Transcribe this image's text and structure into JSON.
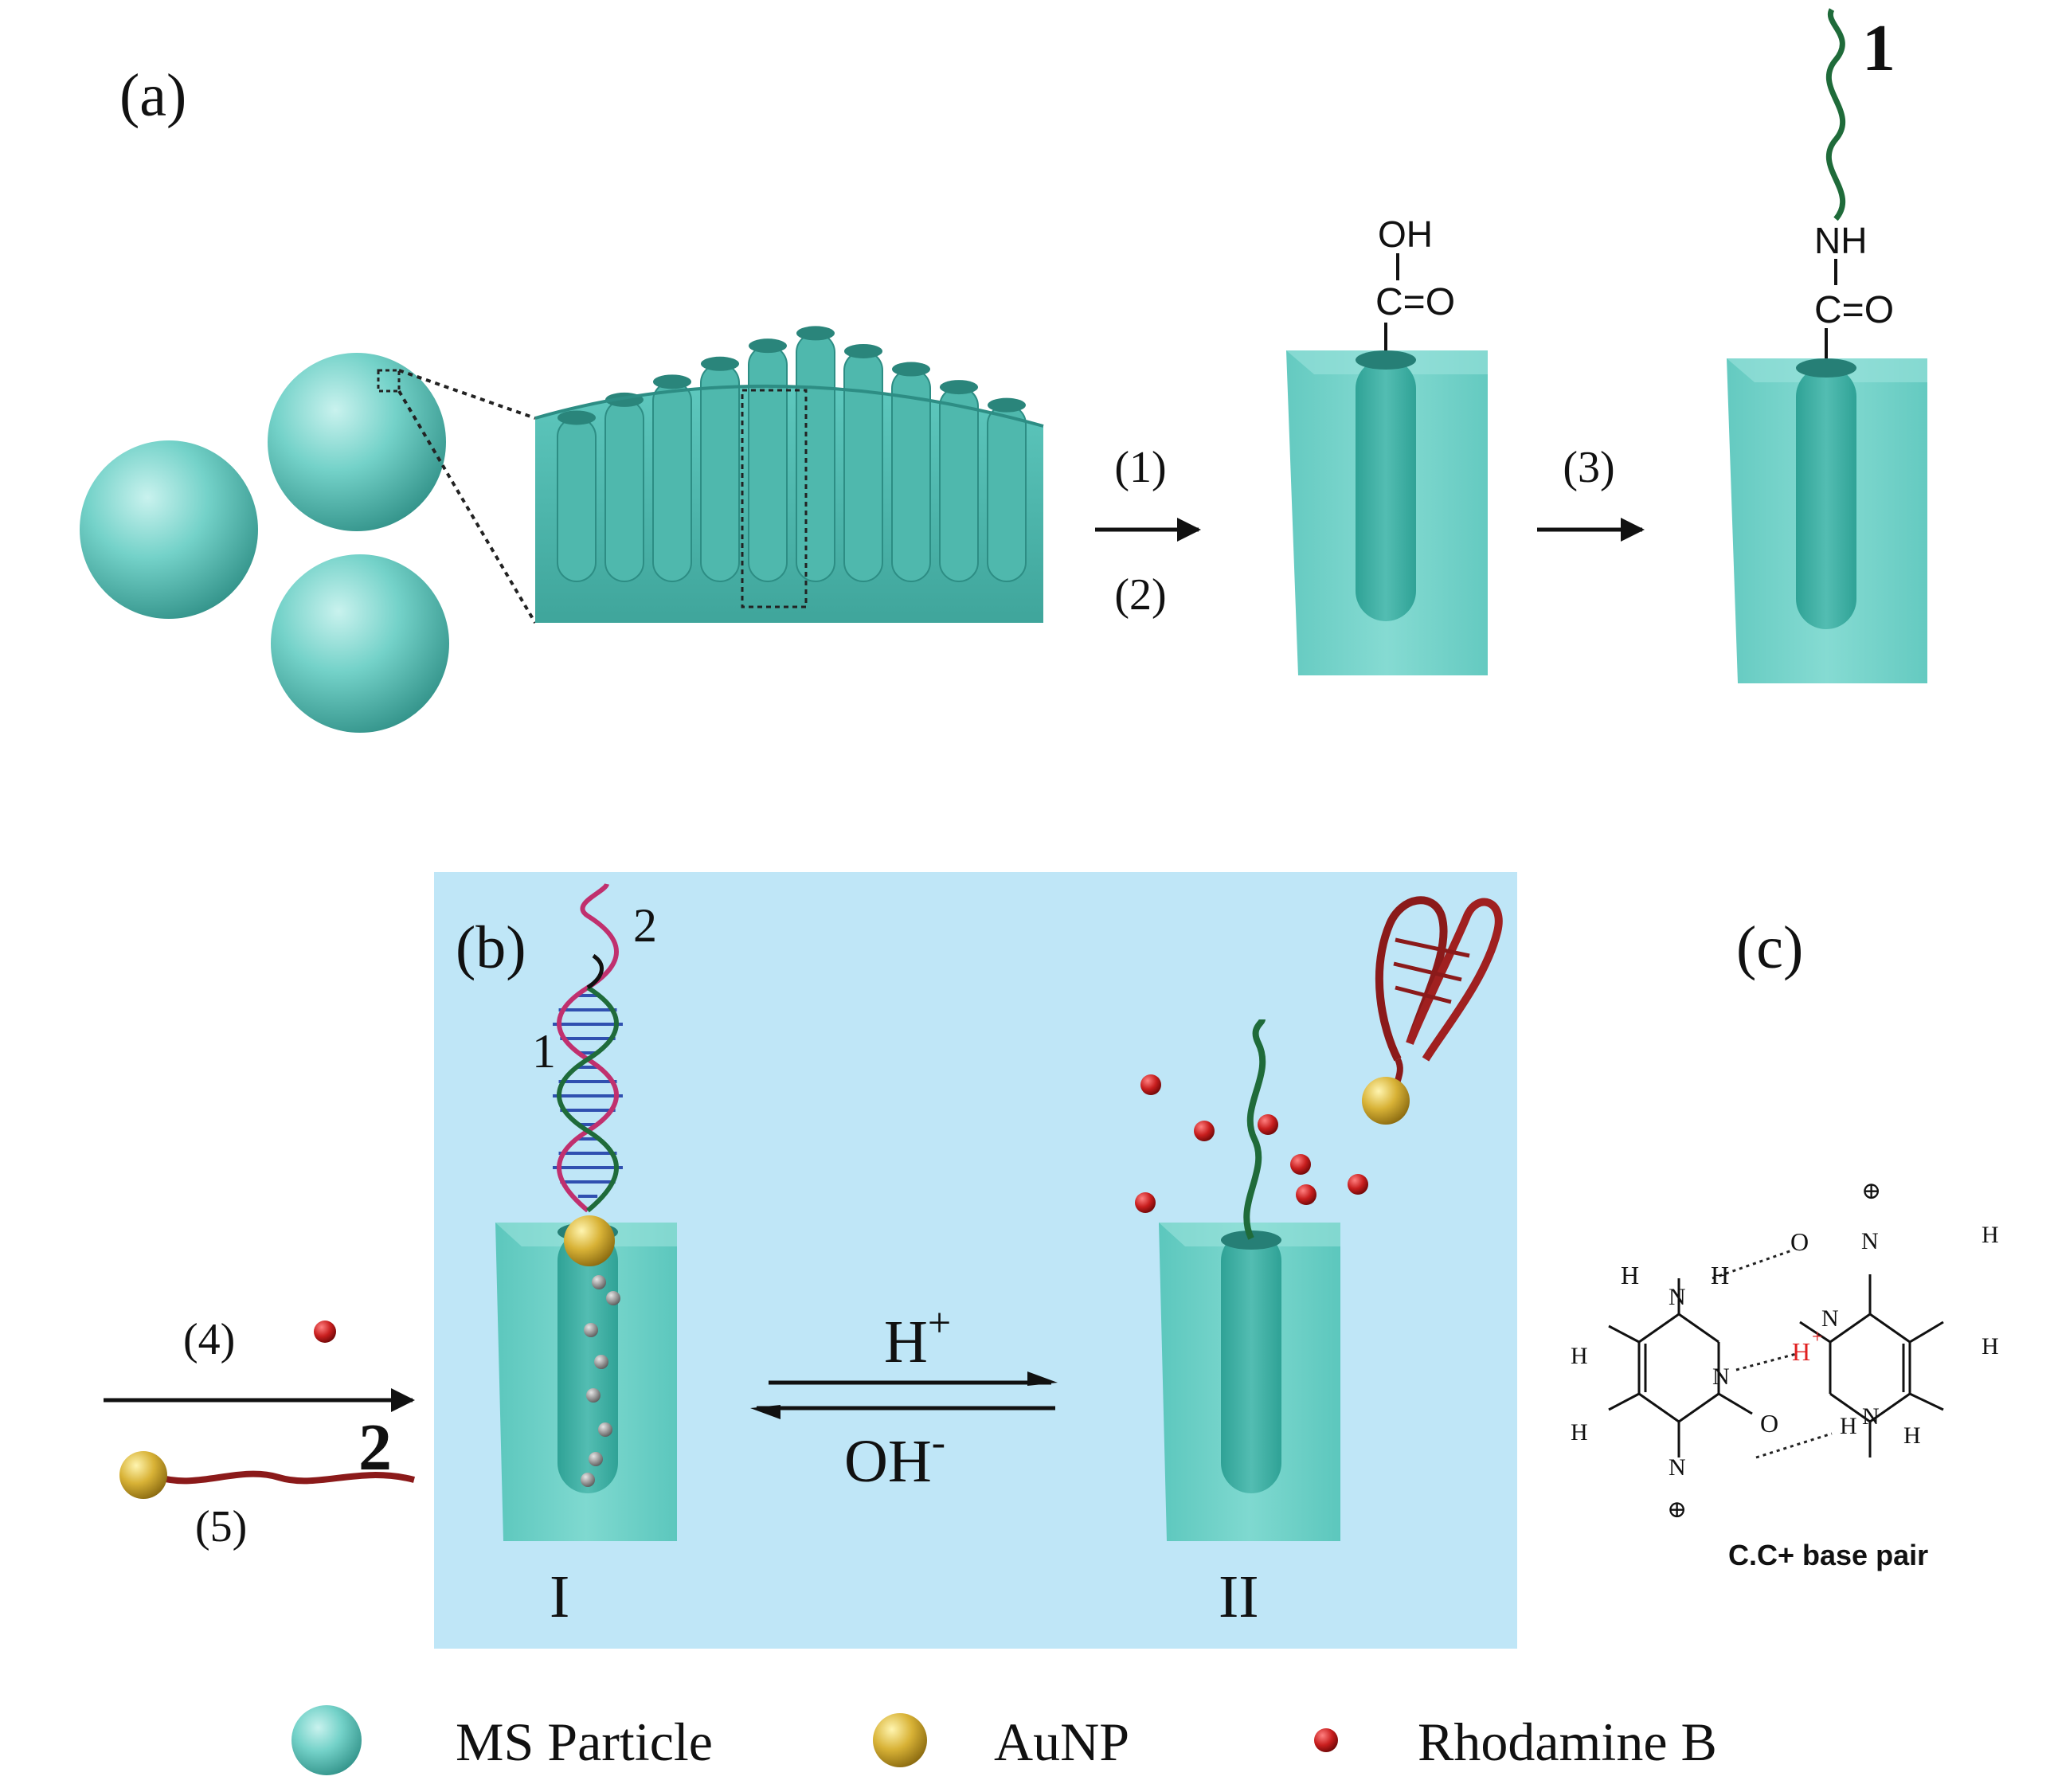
{
  "colors": {
    "silica": "#6fcfc7",
    "silica_dark": "#3aa69c",
    "panel_b_bg": "#bfe6f7",
    "gold": "#d6b23a",
    "rhodamine": "#c81e1e",
    "strand_green": "#1f6b3a",
    "strand_red": "#8b1a1a",
    "strand_magenta": "#c0306e",
    "helix_blue": "#3050b0",
    "hplus_red": "#e02020"
  },
  "icons": {
    "sphere": "sphere-icon",
    "arrow": "right-arrow-icon",
    "equilibrium": "equilibrium-arrows-icon"
  },
  "panel_a": {
    "label": "(a)",
    "step_1": "(1)",
    "step_2": "(2)",
    "step_3": "(3)",
    "carboxyl": {
      "oh": "OH",
      "co": "C=O"
    },
    "amide": {
      "nh": "NH",
      "co": "C=O"
    },
    "strand_label": "1"
  },
  "panel_b": {
    "label": "(b)",
    "strand2_label": "2",
    "strand1_label": "1",
    "step_4": "(4)",
    "step_5": "(5)",
    "strand_label_2": "2",
    "state_I": "I",
    "state_II": "II",
    "forward": "H",
    "forward_sup": "+",
    "reverse": "OH",
    "reverse_sup": "-"
  },
  "panel_c": {
    "label": "(c)",
    "caption": "C.C+ base pair",
    "atoms": {
      "H": "H",
      "N": "N",
      "O": "O",
      "Hplus": "H",
      "plus": "+",
      "charge": "⊕"
    }
  },
  "legend": {
    "ms_particle": "MS Particle",
    "aunp": "AuNP",
    "rhodamine": "Rhodamine B"
  }
}
